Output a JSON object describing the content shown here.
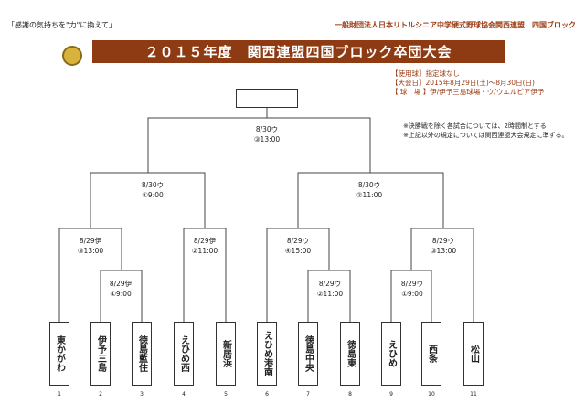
{
  "header": {
    "slogan": "「感謝の気持ちを\"力\"に換えて」",
    "organization": "一般財団法人日本リトルシニア中学硬式野球協会関西連盟　四国ブロック",
    "title": "２０１５年度　関西連盟四国ブロック卒団大会"
  },
  "info": [
    "【使用球】指定球なし",
    "【大会日】2015年8月29日(土)～8月30日(日)",
    "【 球　場 】伊/伊予三島球場・ウ/ウエルピア伊予"
  ],
  "notes": [
    "※決勝戦を除く各試合については、2時間制とする",
    "※上記以外の規定については関西連盟大会規定に準ずる。"
  ],
  "matches": {
    "final": [
      "8/30ウ",
      "③13:00"
    ],
    "semi_left": [
      "8/30ウ",
      "①9:00"
    ],
    "semi_right": [
      "8/30ウ",
      "②11:00"
    ],
    "r1_a": [
      "8/29伊",
      "③13:00"
    ],
    "r1_b": [
      "8/29伊",
      "②11:00"
    ],
    "r1_c": [
      "8/29ウ",
      "④15:00"
    ],
    "r1_d": [
      "8/29ウ",
      "③13:00"
    ],
    "pre_a": [
      "8/29伊",
      "①9:00"
    ],
    "pre_b": [
      "8/29ウ",
      "②11:00"
    ],
    "pre_c": [
      "8/29ウ",
      "①9:00"
    ]
  },
  "teams": [
    {
      "name": "東かがわ",
      "no": "1"
    },
    {
      "name": "伊予三島",
      "no": "2"
    },
    {
      "name": "徳島藍住",
      "no": "3"
    },
    {
      "name": "えひめ西",
      "no": "4"
    },
    {
      "name": "新居浜",
      "no": "5"
    },
    {
      "name": "えひめ港南",
      "no": "6"
    },
    {
      "name": "徳島中央",
      "no": "7"
    },
    {
      "name": "徳島東",
      "no": "8"
    },
    {
      "name": "えひめ",
      "no": "9"
    },
    {
      "name": "西条",
      "no": "10"
    },
    {
      "name": "松山",
      "no": "11"
    }
  ],
  "colors": {
    "banner": "#8e3a12",
    "accent_text": "#9a3b12"
  }
}
